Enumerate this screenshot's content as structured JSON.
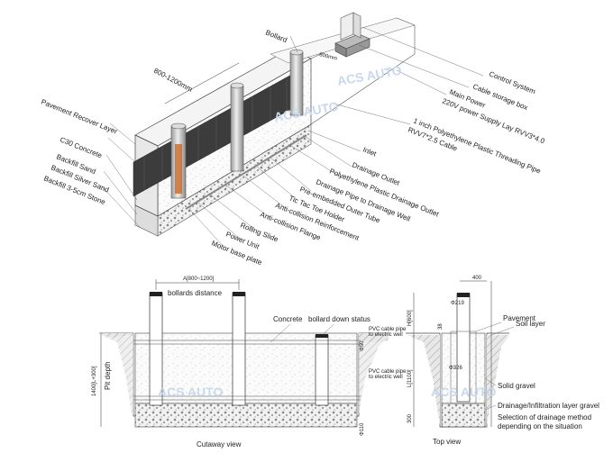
{
  "watermark": "ACS AUTO",
  "top_view": {
    "dims": {
      "bollard_spacing": "800-1200mm",
      "width": "800mm"
    },
    "labels": {
      "bollard": "Bollard",
      "control_system": "Control System",
      "cable_storage_box": "Cable storage box",
      "main_power": "Main Power",
      "power_supply": "220V power Supply Lay RVV3*4.0",
      "threading_pipe": "1 inch Polyethylene Plastic Threading Pipe",
      "rvv_cable": "RVV7*2.5 Cable",
      "pavement_recover": "Pavement Recover Layer",
      "c30": "C30 Concrete",
      "backfill_sand": "Backfill Sand",
      "backfill_silver": "Backfill Silver Sand",
      "backfill_stone": "Backfill 3-5cm Stone",
      "inlet": "Inlet",
      "drainage_outlet": "Drainage Outlet",
      "pe_drainage_outlet": "Polyethylene Plastic Drainage Outlet",
      "drainage_pipe_well": "Drainage Pipe to Drainage Well",
      "outer_tube": "Pre-embedded Outer Tube",
      "toe_holder": "Tic Tac Toe Holder",
      "reinforcement": "Anti-collision Reinforcement",
      "flange": "Anti-collision Flange",
      "rolling_slide": "Rolling Slide",
      "power_unit": "Power Unit",
      "motor_base": "Motor base plate"
    }
  },
  "cutaway": {
    "caption": "Cutaway view",
    "dim_a": "A[800~1200]",
    "bollards_distance": "bollards distance",
    "concrete": "Concrete",
    "bollard_down": "bollard down status",
    "pvc1": "PVC cable pipe",
    "pvc1b": "to electric well",
    "pvc2": "PVC cable pipe",
    "pvc2b": "to electric well",
    "pit_depth": "1400[L+300]",
    "pit_label": "Pit depth",
    "d50": "Φ50",
    "d110": "Φ110"
  },
  "section": {
    "caption": "Top view",
    "d400": "400",
    "d219": "Φ219",
    "h600": "H[600]",
    "d38": "38",
    "d326": "Φ326",
    "l1100": "L[1100]",
    "d300": "300",
    "pavement": "Pavement",
    "soil": "Soil layer",
    "gravel": "Solid gravel",
    "drain_layer": "Drainage/Infiltration layer gravel",
    "method1": "Selection of drainage method",
    "method2": "depending on the situation"
  }
}
